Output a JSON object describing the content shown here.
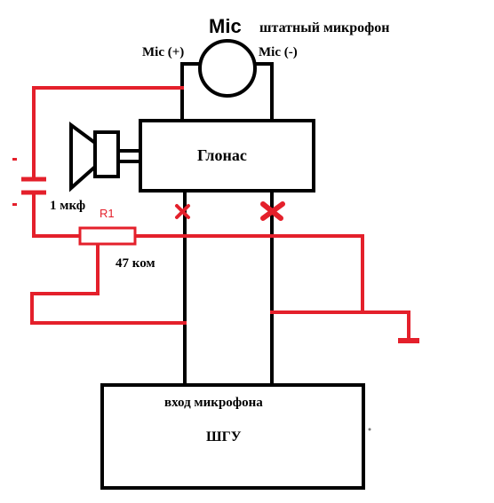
{
  "labels": {
    "mic_title": "Mic",
    "mic_caption": "штатный микрофон",
    "mic_plus": "Mic (+)",
    "mic_minus": "Mic (-)",
    "glonass": "Глонас",
    "capacitor": "1 мкф",
    "resistor_id": "R1",
    "resistor_value": "47 ком",
    "hu_input": "вход микрофона",
    "hu_name": "ШГУ"
  },
  "colors": {
    "red_wire": "#e4202b",
    "black_wire": "#000000",
    "background": "#ffffff"
  },
  "icons": {
    "speaker": "speaker-icon",
    "cut_marks": "cross-mark-icon"
  }
}
